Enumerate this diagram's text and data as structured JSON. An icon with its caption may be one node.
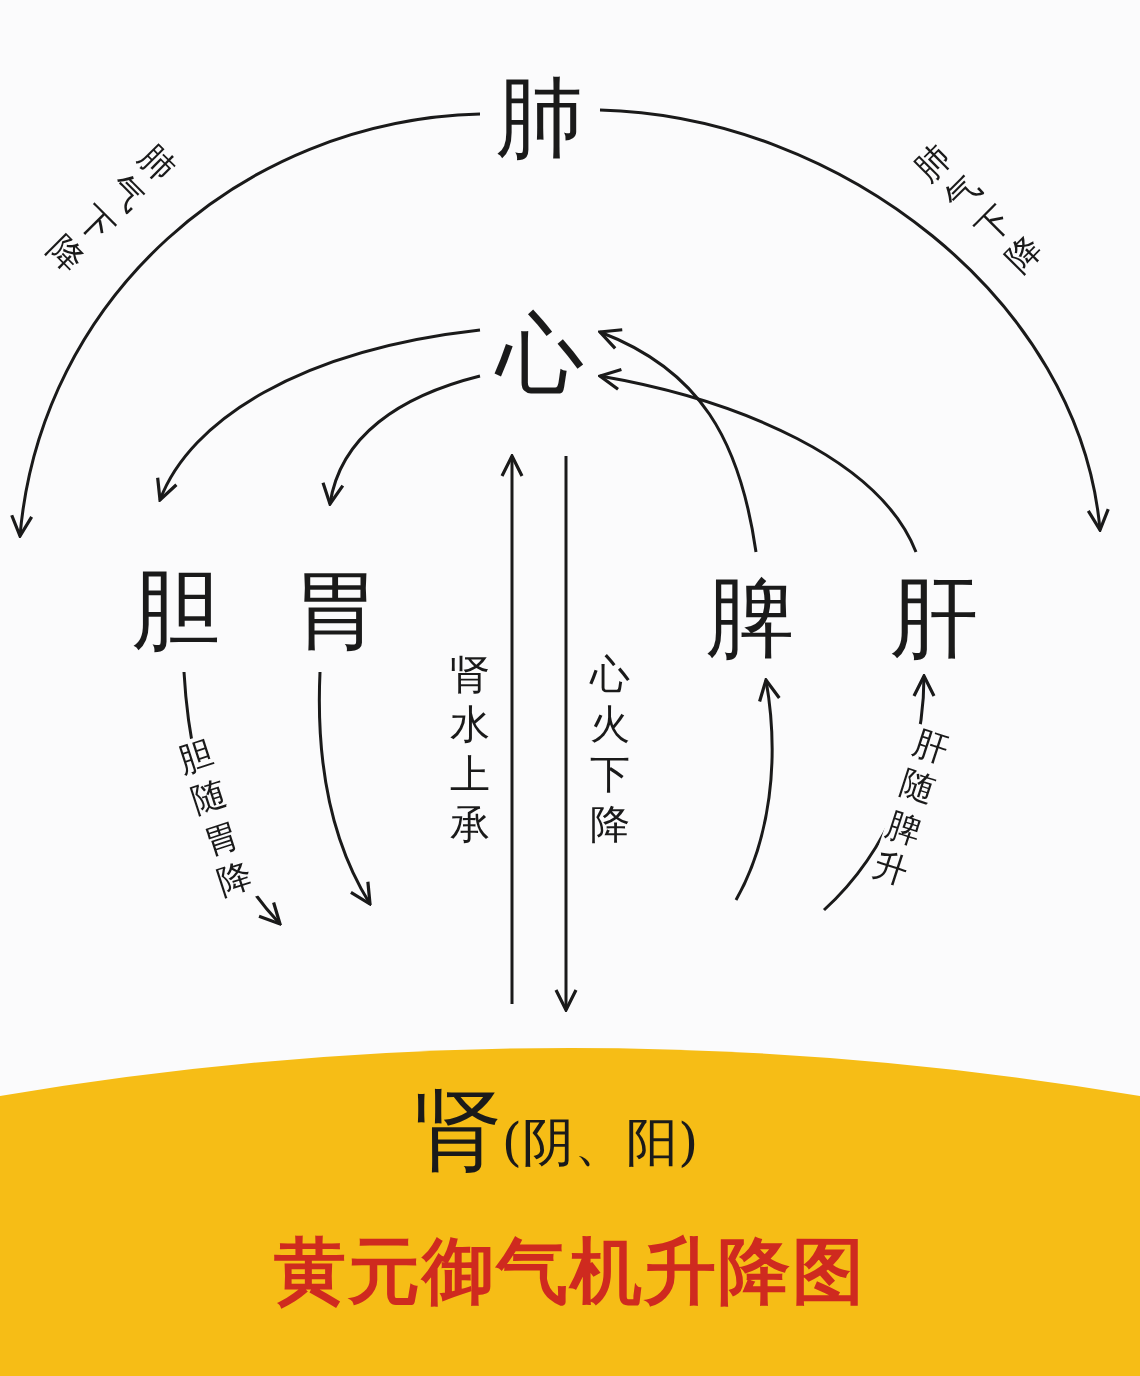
{
  "diagram": {
    "title": "黄元御气机升降图",
    "nodes": [
      {
        "text": [
          "肺"
        ]
      },
      {
        "text": [
          "心"
        ]
      },
      {
        "text": [
          "胆"
        ]
      },
      {
        "text": [
          "胃"
        ]
      },
      {
        "text": [
          "脾"
        ]
      },
      {
        "text": [
          "肝"
        ]
      },
      {
        "text": [
          "肾",
          "(阴、阳)"
        ]
      }
    ],
    "edges": [
      {
        "from": 0,
        "to": null,
        "arrow": "to",
        "label": "肺气下降"
      },
      {
        "from": 0,
        "to": null,
        "arrow": "to",
        "label": "肺气下降"
      },
      {
        "from": 1,
        "to": 2,
        "arrow": "to"
      },
      {
        "from": 1,
        "to": 3,
        "arrow": "to"
      },
      {
        "from": 4,
        "to": 1,
        "arrow": "to"
      },
      {
        "from": 5,
        "to": 1,
        "arrow": "to"
      },
      {
        "from": 2,
        "to": null,
        "arrow": "to",
        "label": "胆随胃降"
      },
      {
        "from": 3,
        "to": null,
        "arrow": "to"
      },
      {
        "from": null,
        "to": 4,
        "arrow": "to"
      },
      {
        "from": null,
        "to": 5,
        "arrow": "to",
        "label": "肝随脾升"
      },
      {
        "from": 6,
        "to": 1,
        "arrow": "to",
        "label": "肾水上承"
      },
      {
        "from": 1,
        "to": 6,
        "arrow": "to",
        "label": "心火下降"
      }
    ]
  }
}
